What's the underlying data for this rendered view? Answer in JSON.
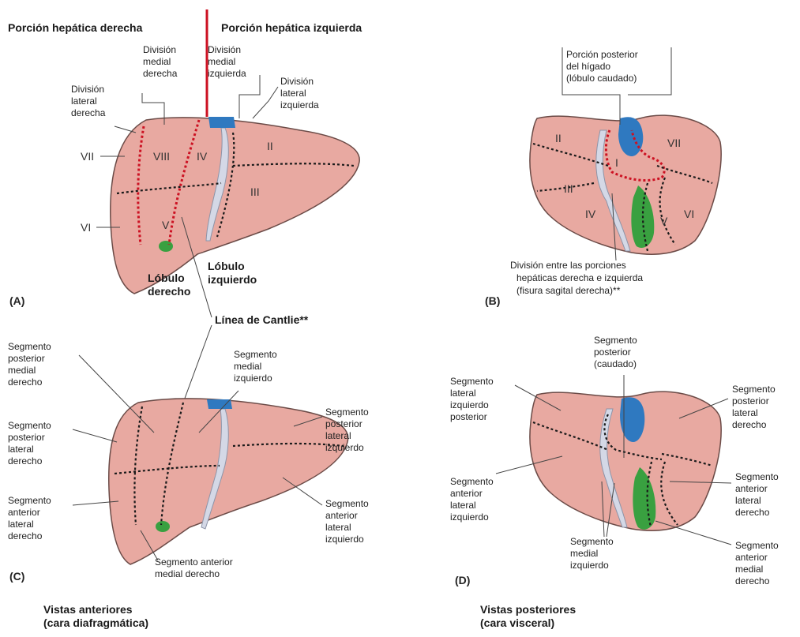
{
  "colors": {
    "liver": "#e8a9a1",
    "cantlie_line": "#cc1122",
    "ivc": "#2f79c0",
    "gallbladder": "#39a040",
    "ligament": "#d4d8e6"
  },
  "panel_a": {
    "tag": "(A)",
    "right_portion": "Porción hepática derecha",
    "left_portion": "Porción hepática izquierda",
    "div_medial_right": [
      "División",
      "medial",
      "derecha"
    ],
    "div_medial_left": [
      "División",
      "medial",
      "izquierda"
    ],
    "div_lateral_right": [
      "División",
      "lateral",
      "derecha"
    ],
    "div_lateral_left": [
      "División",
      "lateral",
      "izquierda"
    ],
    "right_lobe": [
      "Lóbulo",
      "derecho"
    ],
    "left_lobe": [
      "Lóbulo",
      "izquierdo"
    ],
    "segments": {
      "s2": "II",
      "s3": "III",
      "s4": "IV",
      "s5": "V",
      "s6": "VI",
      "s7": "VII",
      "s8": "VIII"
    }
  },
  "cantlie_line": "Línea de Cantlie**",
  "panel_b": {
    "tag": "(B)",
    "caudate": [
      "Porción posterior",
      "del hígado",
      "(lóbulo caudado)"
    ],
    "division_note": [
      "División entre las porciones",
      "hepáticas derecha e izquierda",
      "(fisura sagital derecha)**"
    ],
    "segments": {
      "s1": "I",
      "s2": "II",
      "s3": "III",
      "s4": "IV",
      "s5": "V",
      "s6": "VI",
      "s7": "VII"
    }
  },
  "panel_c": {
    "tag": "(C)",
    "post_medial_right": [
      "Segmento",
      "posterior",
      "medial",
      "derecho"
    ],
    "post_lateral_right": [
      "Segmento",
      "posterior",
      "lateral",
      "derecho"
    ],
    "ant_lateral_right": [
      "Segmento",
      "anterior",
      "lateral",
      "derecho"
    ],
    "medial_left": [
      "Segmento",
      "medial",
      "izquierdo"
    ],
    "post_lateral_left": [
      "Segmento",
      "posterior",
      "lateral",
      "izquierdo"
    ],
    "ant_lateral_left": [
      "Segmento",
      "anterior",
      "lateral",
      "izquierdo"
    ],
    "ant_medial_right": [
      "Segmento anterior",
      "medial derecho"
    ],
    "caption": [
      "Vistas anteriores",
      "(cara diafragmática)"
    ]
  },
  "panel_d": {
    "tag": "(D)",
    "posterior_caudate": [
      "Segmento",
      "posterior",
      "(caudado)"
    ],
    "lat_left_post": [
      "Segmento",
      "lateral",
      "izquierdo",
      "posterior"
    ],
    "post_lat_right": [
      "Segmento",
      "posterior",
      "lateral",
      "derecho"
    ],
    "ant_lat_left": [
      "Segmento",
      "anterior",
      "lateral",
      "izquierdo"
    ],
    "medial_left": [
      "Segmento",
      "medial",
      "izquierdo"
    ],
    "ant_lat_right": [
      "Segmento",
      "anterior",
      "lateral",
      "derecho"
    ],
    "ant_medial_right": [
      "Segmento",
      "anterior",
      "medial",
      "derecho"
    ],
    "caption": [
      "Vistas posteriores",
      "(cara visceral)"
    ]
  }
}
